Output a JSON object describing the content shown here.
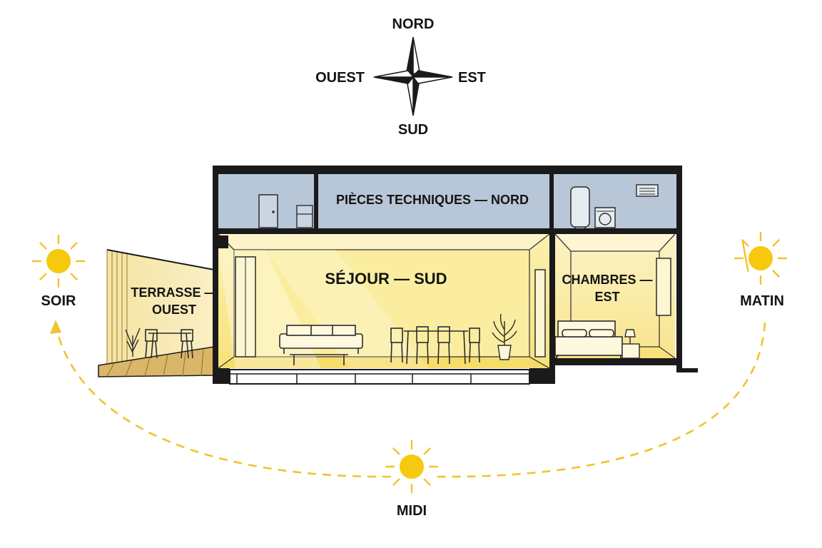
{
  "compass": {
    "north": "NORD",
    "south": "SUD",
    "east": "EST",
    "west": "OUEST"
  },
  "rooms": {
    "technical": "PIÈCES TECHNIQUES — NORD",
    "living": "SÉJOUR — SUD",
    "bedrooms_line1": "CHAMBRES —",
    "bedrooms_line2": "EST",
    "terrace_line1": "TERRASSE —",
    "terrace_line2": "OUEST"
  },
  "sun_path": {
    "evening": "SOIR",
    "noon": "MIDI",
    "morning": "MATIN"
  },
  "colors": {
    "sun": "#F6C90E",
    "sun_rays": "#F2C230",
    "sun_path": "#F2C230",
    "technical_rooms": "#B7C6D6",
    "living_light": "#FBEFA6",
    "bedroom_light": "#FDF1BA",
    "walls": "#1A1A1A"
  }
}
